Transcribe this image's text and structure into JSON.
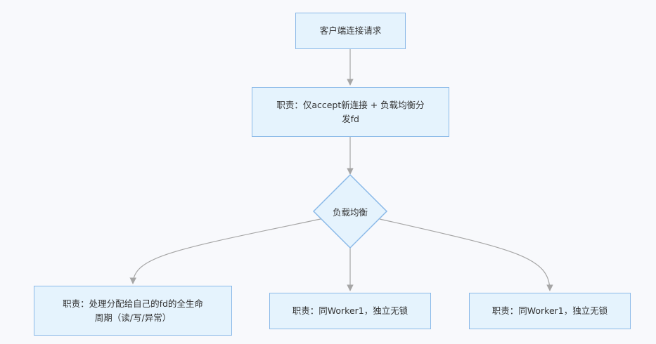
{
  "diagram": {
    "nodes": {
      "client_request": {
        "label": "客户端连接请求"
      },
      "master": {
        "line1": "职责：仅accept新连接 + 负载均衡分",
        "line2": "发fd"
      },
      "load_balance": {
        "label": "负载均衡"
      },
      "worker1": {
        "line1": "职责：处理分配给自己的fd的全生命",
        "line2": "周期（读/写/异常）"
      },
      "worker2": {
        "label": "职责：同Worker1，独立无锁"
      },
      "worker3": {
        "label": "职责：同Worker1，独立无锁"
      }
    },
    "edges": [
      {
        "from": "client_request",
        "to": "master"
      },
      {
        "from": "master",
        "to": "load_balance"
      },
      {
        "from": "load_balance",
        "to": "worker1"
      },
      {
        "from": "load_balance",
        "to": "worker2"
      },
      {
        "from": "load_balance",
        "to": "worker3"
      }
    ],
    "colors": {
      "node_fill": "#e5f3fd",
      "node_border": "#8ab9e8",
      "edge": "#a6a6a6",
      "background": "#f8f9fc"
    }
  }
}
